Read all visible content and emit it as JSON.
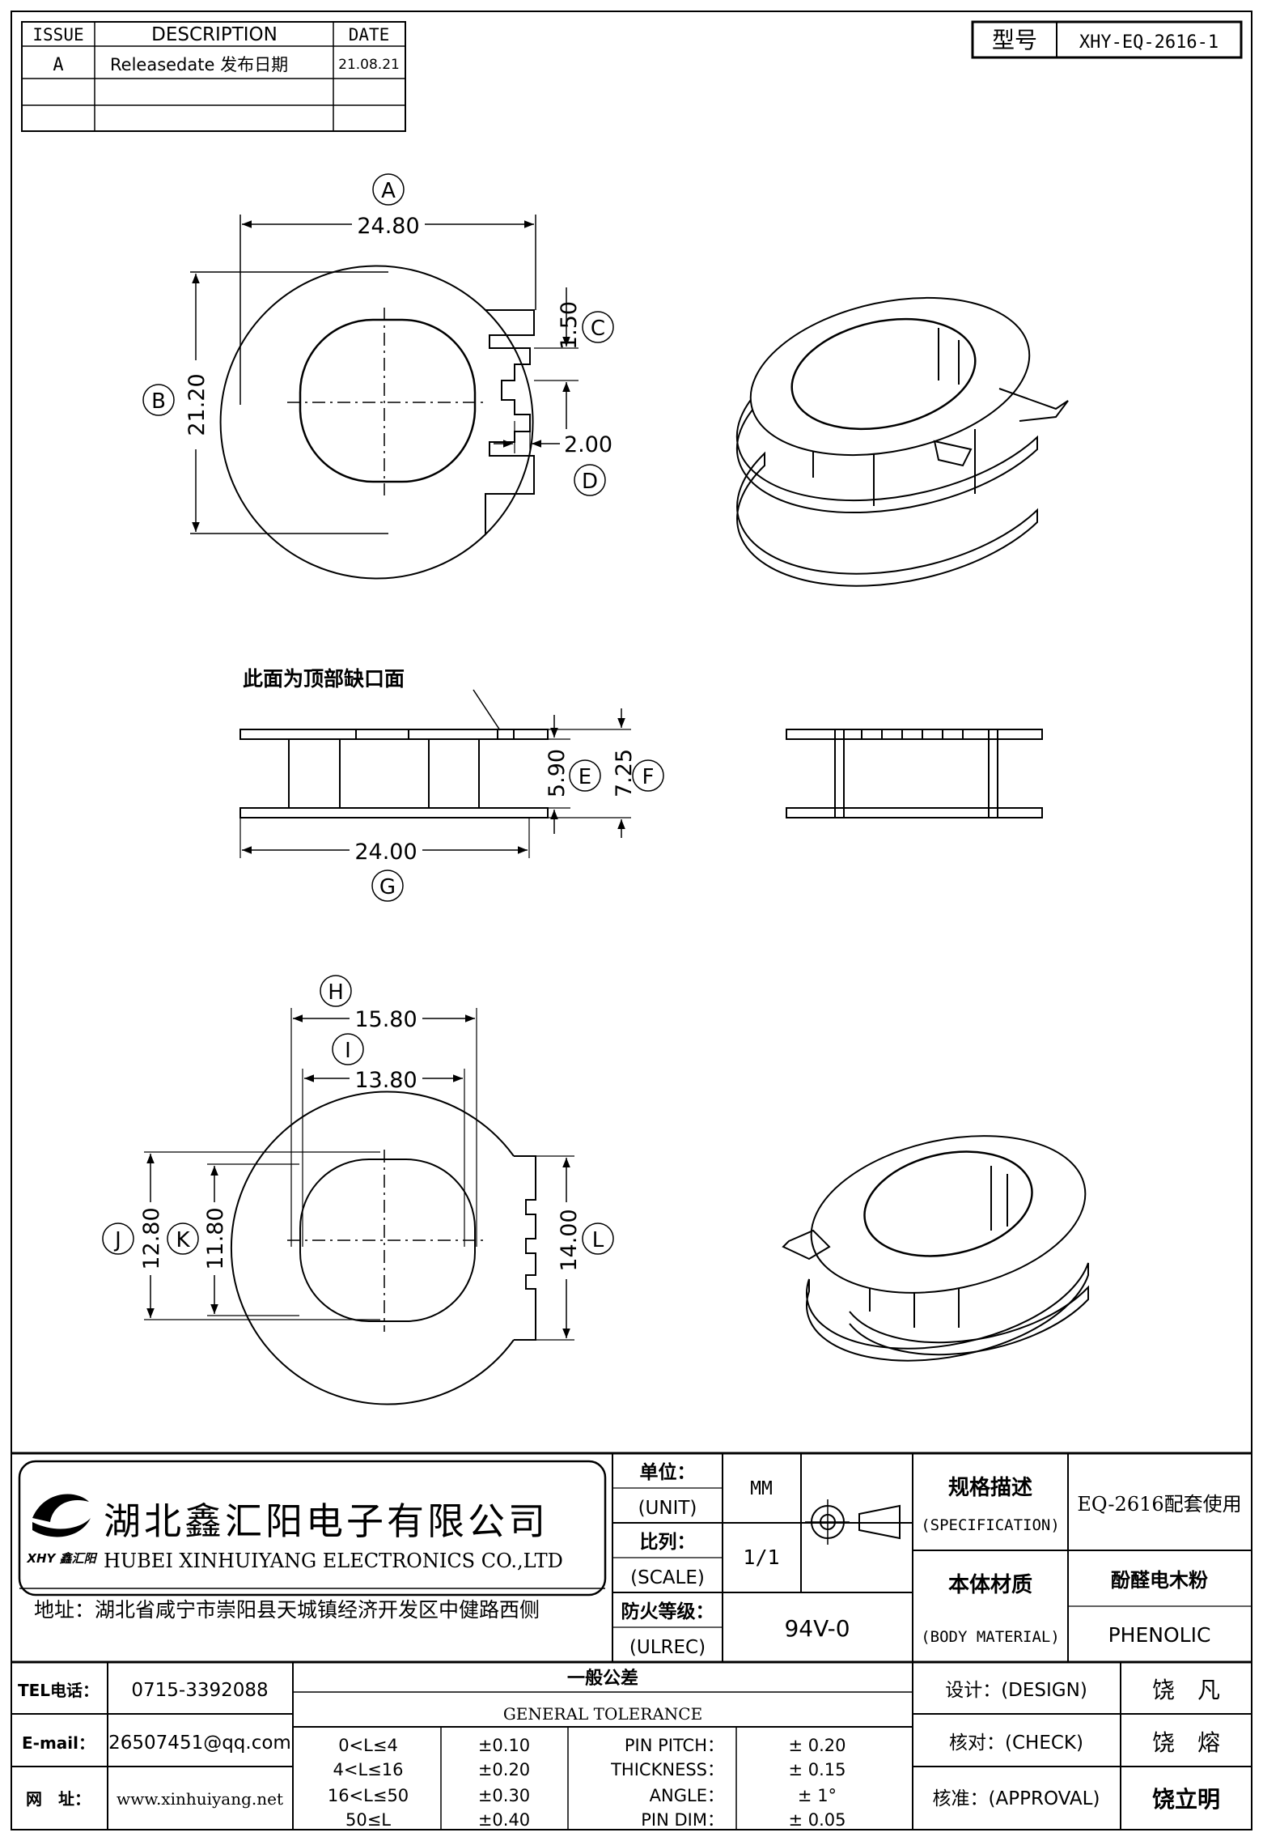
{
  "revision_table": {
    "headers": [
      "ISSUE",
      "DESCRIPTION",
      "DATE"
    ],
    "rows": [
      {
        "issue": "A",
        "description": "Releasedate 发布日期",
        "date": "21.08.21"
      },
      {
        "issue": "",
        "description": "",
        "date": ""
      },
      {
        "issue": "",
        "description": "",
        "date": ""
      }
    ]
  },
  "model": {
    "label": "型号",
    "value": "XHY-EQ-2616-1"
  },
  "dimensions": {
    "A": {
      "letter": "A",
      "value": "24.80"
    },
    "B": {
      "letter": "B",
      "value": "21.20"
    },
    "C": {
      "letter": "C",
      "value": "1.50"
    },
    "D": {
      "letter": "D",
      "value": "2.00"
    },
    "E": {
      "letter": "E",
      "value": "5.90"
    },
    "F": {
      "letter": "F",
      "value": "7.25"
    },
    "G": {
      "letter": "G",
      "value": "24.00"
    },
    "H": {
      "letter": "H",
      "value": "15.80"
    },
    "I": {
      "letter": "I",
      "value": "13.80"
    },
    "J": {
      "letter": "J",
      "value": "12.80"
    },
    "K": {
      "letter": "K",
      "value": "11.80"
    },
    "L": {
      "letter": "L",
      "value": "14.00"
    }
  },
  "notes": {
    "top_notch": "此面为顶部缺口面"
  },
  "company": {
    "logo_text": "XHY 鑫汇阳",
    "name_cn": "湖北鑫汇阳电子有限公司",
    "name_en": "HUBEI XINHUIYANG ELECTRONICS CO.,LTD",
    "address": "地址：湖北省咸宁市崇阳县天城镇经济开发区中健路西侧"
  },
  "title_block": {
    "unit_cn": "单位：",
    "unit_en": "(UNIT)",
    "unit_value": "MM",
    "scale_cn": "比列：",
    "scale_en": "(SCALE)",
    "scale_value": "1/1",
    "ul_cn": "防火等级：",
    "ul_en": "(ULREC)",
    "ul_value": "94V-0",
    "spec_cn": "规格描述",
    "spec_en": "(SPECIFICATION)",
    "spec_value": "EQ-2616配套使用",
    "material_cn": "本体材质",
    "material_en": "(BODY MATERIAL)",
    "material_value_cn": "酚醛电木粉",
    "material_value_en": "PHENOLIC"
  },
  "contact": {
    "tel_label": "TEL电话：",
    "tel": "0715-3392088",
    "email_label": "E-mail：",
    "email": "26507451@qq.com",
    "web_label": "网　址：",
    "web": "www.xinhuiyang.net"
  },
  "tolerance": {
    "title_cn": "一般公差",
    "title_en": "GENERAL TOLERANCE",
    "ranges": [
      {
        "range": "0<L≤4",
        "tol": "±0.10"
      },
      {
        "range": "4<L≤16",
        "tol": "±0.20"
      },
      {
        "range": "16<L≤50",
        "tol": "±0.30"
      },
      {
        "range": "50≤L",
        "tol": "±0.40"
      }
    ],
    "specials": [
      {
        "label": "PIN PITCH：",
        "value": "±  0.20"
      },
      {
        "label": "THICKNESS：",
        "value": "±  0.15"
      },
      {
        "label": "ANGLE：",
        "value": "±  1°"
      },
      {
        "label": "PIN DIM：",
        "value": "±  0.05"
      }
    ]
  },
  "approvals": {
    "design_label": "设计：(DESIGN)",
    "design_name": "饶　凡",
    "check_label": "核对：(CHECK)",
    "check_name": "饶　熔",
    "approval_label": "核准：(APPROVAL)",
    "approval_name": "饶立明"
  }
}
